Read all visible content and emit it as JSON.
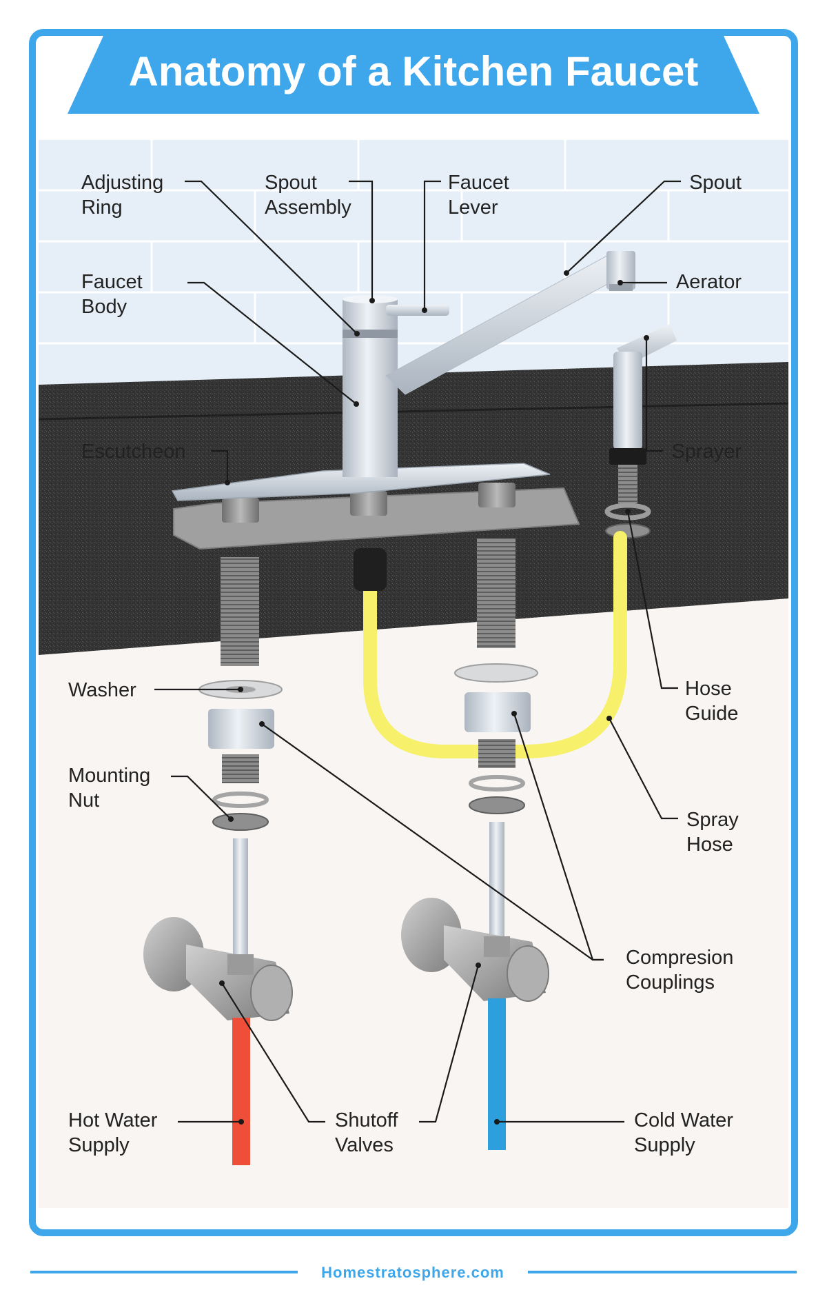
{
  "title": "Anatomy of a Kitchen Faucet",
  "footer": "Homestratosphere.com",
  "colors": {
    "frame": "#3ea6ea",
    "wall": "#e6eff7",
    "countertop": "#333333",
    "cabinet": "#f8f5f3",
    "hot_pipe": "#ef4f38",
    "cold_pipe": "#2d9fdd",
    "spray_hose": "#f7f06a"
  },
  "labels": {
    "adjusting_ring": [
      "Adjusting",
      "Ring"
    ],
    "spout_assembly": [
      "Spout",
      "Assembly"
    ],
    "faucet_lever": [
      "Faucet",
      "Lever"
    ],
    "spout": [
      "Spout"
    ],
    "faucet_body": [
      "Faucet",
      "Body"
    ],
    "aerator": [
      "Aerator"
    ],
    "escutcheon": [
      "Escutcheon"
    ],
    "sprayer": [
      "Sprayer"
    ],
    "washer": [
      "Washer"
    ],
    "hose_guide": [
      "Hose",
      "Guide"
    ],
    "mounting_nut": [
      "Mounting",
      "Nut"
    ],
    "spray_hose": [
      "Spray",
      "Hose"
    ],
    "compression_couplings": [
      "Compresion",
      "Couplings"
    ],
    "hot_water_supply": [
      "Hot Water",
      "Supply"
    ],
    "shutoff_valves": [
      "Shutoff",
      "Valves"
    ],
    "cold_water_supply": [
      "Cold Water",
      "Supply"
    ]
  }
}
